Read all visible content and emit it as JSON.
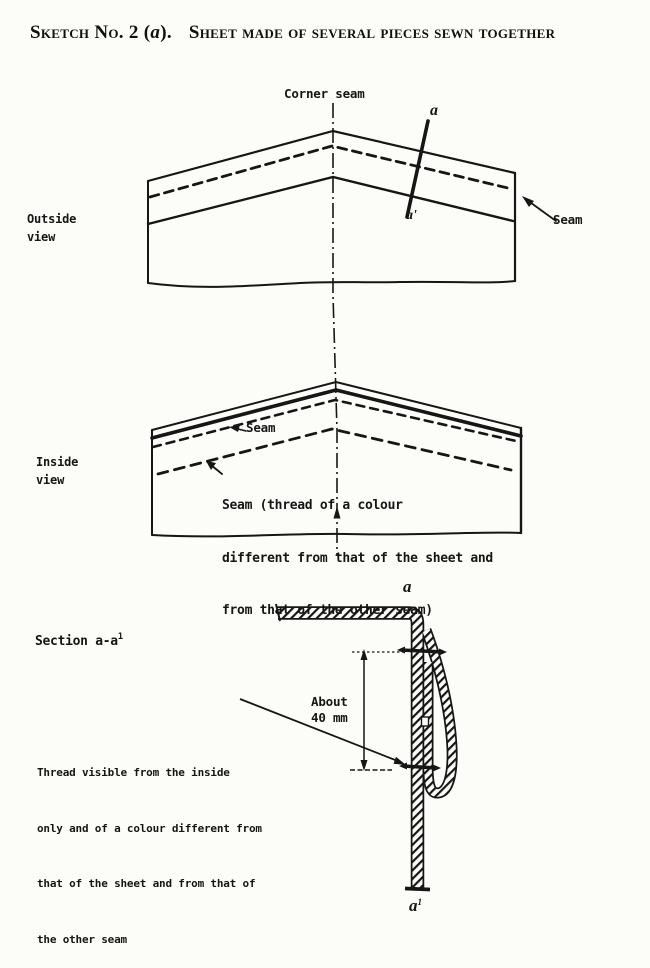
{
  "title": {
    "prefix": "Sketch No. 2 (",
    "letter": "a",
    "suffix": ").",
    "main": "Sheet made of several pieces sewn together"
  },
  "outside_view": {
    "label_line1": "Outside",
    "label_line2": "view",
    "corner_seam_label": "Corner seam",
    "section_letter_top": "a",
    "section_letter_bottom": "a'",
    "seam_label": "Seam"
  },
  "inside_view": {
    "label_line1": "Inside",
    "label_line2": "view",
    "seam_label": "Seam",
    "seam_note_line1": "Seam (thread of a colour",
    "seam_note_line2": "different from that of the sheet and",
    "seam_note_line3": "from that of the other seam)"
  },
  "section_view": {
    "label": "Section a-a",
    "label_sup": "1",
    "letter_top": "a",
    "letter_bottom": "a",
    "letter_bottom_sup": "1",
    "dim_word1": "About",
    "dim_word2": "40 mm",
    "note_line1": "Thread visible from the inside",
    "note_line2": "only and of a colour different from",
    "note_line3": "that of the sheet and from that of",
    "note_line4": "the other seam"
  },
  "colors": {
    "ink": "#161616",
    "paper": "#fcfcf9"
  }
}
